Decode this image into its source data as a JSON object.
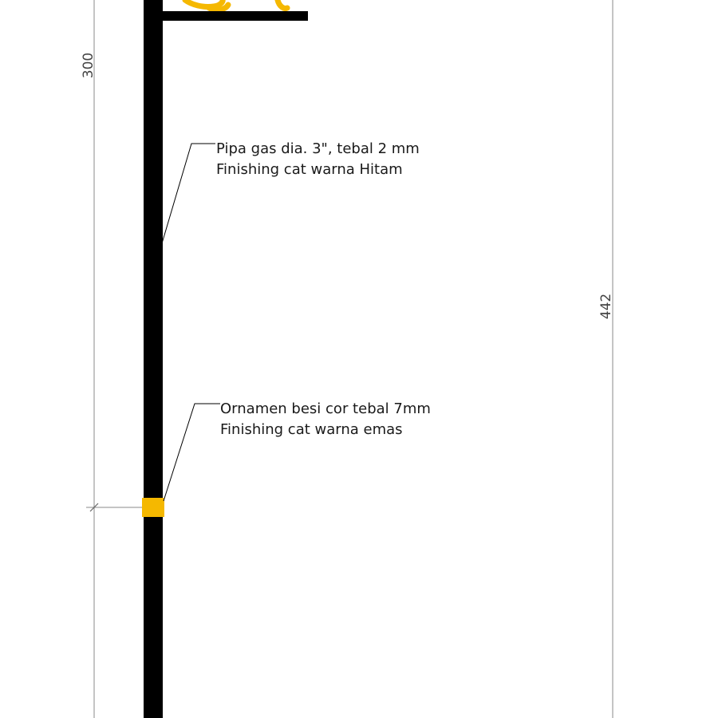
{
  "drawing": {
    "dimensions": {
      "left_vertical": "300",
      "right_vertical": "442"
    },
    "callouts": [
      {
        "line1": "Pipa gas dia. 3\", tebal 2 mm",
        "line2": "Finishing cat warna Hitam"
      },
      {
        "line1": "Ornamen besi cor tebal 7mm",
        "line2": "Finishing cat warna emas"
      }
    ],
    "colors": {
      "pole": "#000000",
      "ornament": "#f5b800",
      "dimension_line": "#888888",
      "leader_line": "#000000",
      "background": "#ffffff"
    }
  }
}
